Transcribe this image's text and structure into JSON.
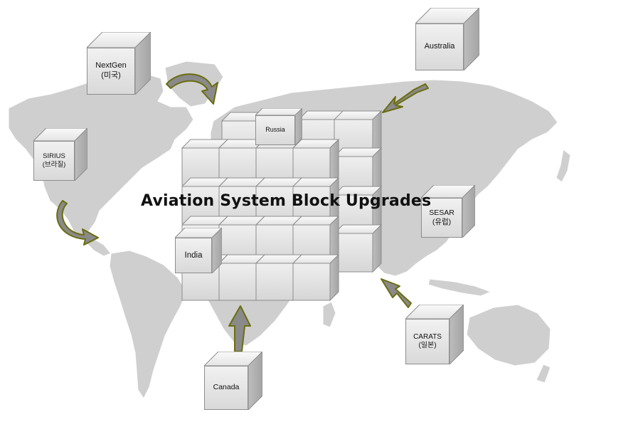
{
  "diagram": {
    "title": "Aviation System Block Upgrades",
    "boxes": {
      "nextgen": {
        "line1": "NextGen",
        "line2": "(미국)"
      },
      "australia": {
        "line1": "Australia"
      },
      "sirius": {
        "line1": "SIRIUS",
        "line2": "(브라질)"
      },
      "sesar": {
        "line1": "SESAR",
        "line2": "(유럽)"
      },
      "russia": {
        "line1": "Russia"
      },
      "india": {
        "line1": "India"
      },
      "carats": {
        "line1": "CARATS",
        "line2": "(일본)"
      },
      "canada": {
        "line1": "Canada"
      }
    }
  },
  "colors": {
    "map_fill": "#cfcfcf",
    "cube_face": "#e6e6e6",
    "cube_edge": "#8d8d8d",
    "arrow_fill": "#8a8a8a",
    "arrow_edge": "#6b6d10"
  }
}
